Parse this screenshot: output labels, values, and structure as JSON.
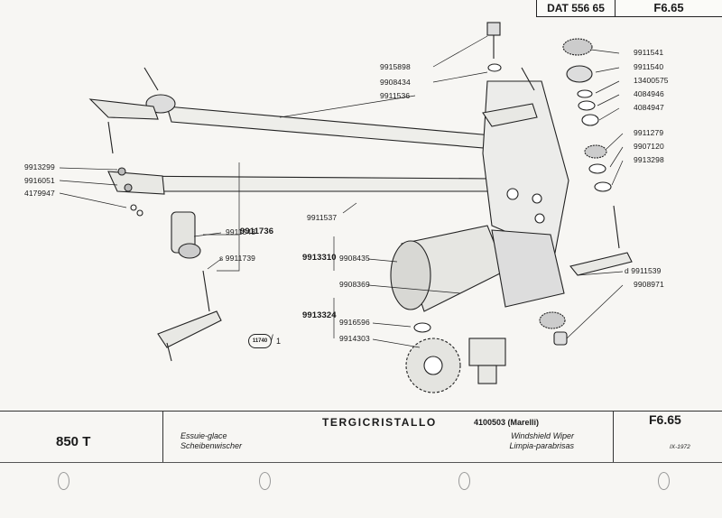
{
  "header": {
    "dat_code": "DAT  556 65",
    "page_code": "F6.65"
  },
  "diagram": {
    "parts_left": [
      {
        "id": "p9913299",
        "label": "9913299"
      },
      {
        "id": "p9916051",
        "label": "9916051"
      },
      {
        "id": "p4179947",
        "label": "4179947"
      }
    ],
    "parts_mid": [
      {
        "id": "p9915898",
        "label": "9915898"
      },
      {
        "id": "p9908434",
        "label": "9908434"
      },
      {
        "id": "p9911536",
        "label": "9911536"
      },
      {
        "id": "p9911537",
        "label": "9911537"
      },
      {
        "id": "p9911543",
        "label": "9911543"
      },
      {
        "id": "p9911739",
        "label": "s  9911739"
      },
      {
        "id": "p9908435",
        "label": "9908435"
      },
      {
        "id": "p9908369",
        "label": "9908369"
      },
      {
        "id": "p9916596",
        "label": "9916596"
      },
      {
        "id": "p9914303",
        "label": "9914303"
      }
    ],
    "groups": [
      {
        "id": "g9911736",
        "label": "9911736"
      },
      {
        "id": "g9913310",
        "label": "9913310"
      },
      {
        "id": "g9913324",
        "label": "9913324"
      }
    ],
    "parts_right": [
      {
        "id": "p9911541",
        "label": "9911541"
      },
      {
        "id": "p9911540",
        "label": "9911540"
      },
      {
        "id": "p13400575",
        "label": "13400575"
      },
      {
        "id": "p4084946",
        "label": "4084946"
      },
      {
        "id": "p4084947",
        "label": "4084947"
      },
      {
        "id": "p9911279",
        "label": "9911279"
      },
      {
        "id": "p9907120",
        "label": "9907120"
      },
      {
        "id": "p9913298",
        "label": "9913298"
      },
      {
        "id": "p9911539",
        "label": "d  9911539"
      },
      {
        "id": "p9908971",
        "label": "9908971"
      }
    ],
    "figure_ref_num": "11740",
    "figure_ref_den": "1"
  },
  "title_block": {
    "model": "850 T",
    "fr": "Essuie-glace",
    "de": "Scheibenwischer",
    "it_title": "TERGICRISTALLO",
    "catalog": "4100503 (Marelli)",
    "en": "Windshield Wiper",
    "es": "Limpia-parabrisas",
    "page_code": "F6.65",
    "date": "IX-1972"
  }
}
